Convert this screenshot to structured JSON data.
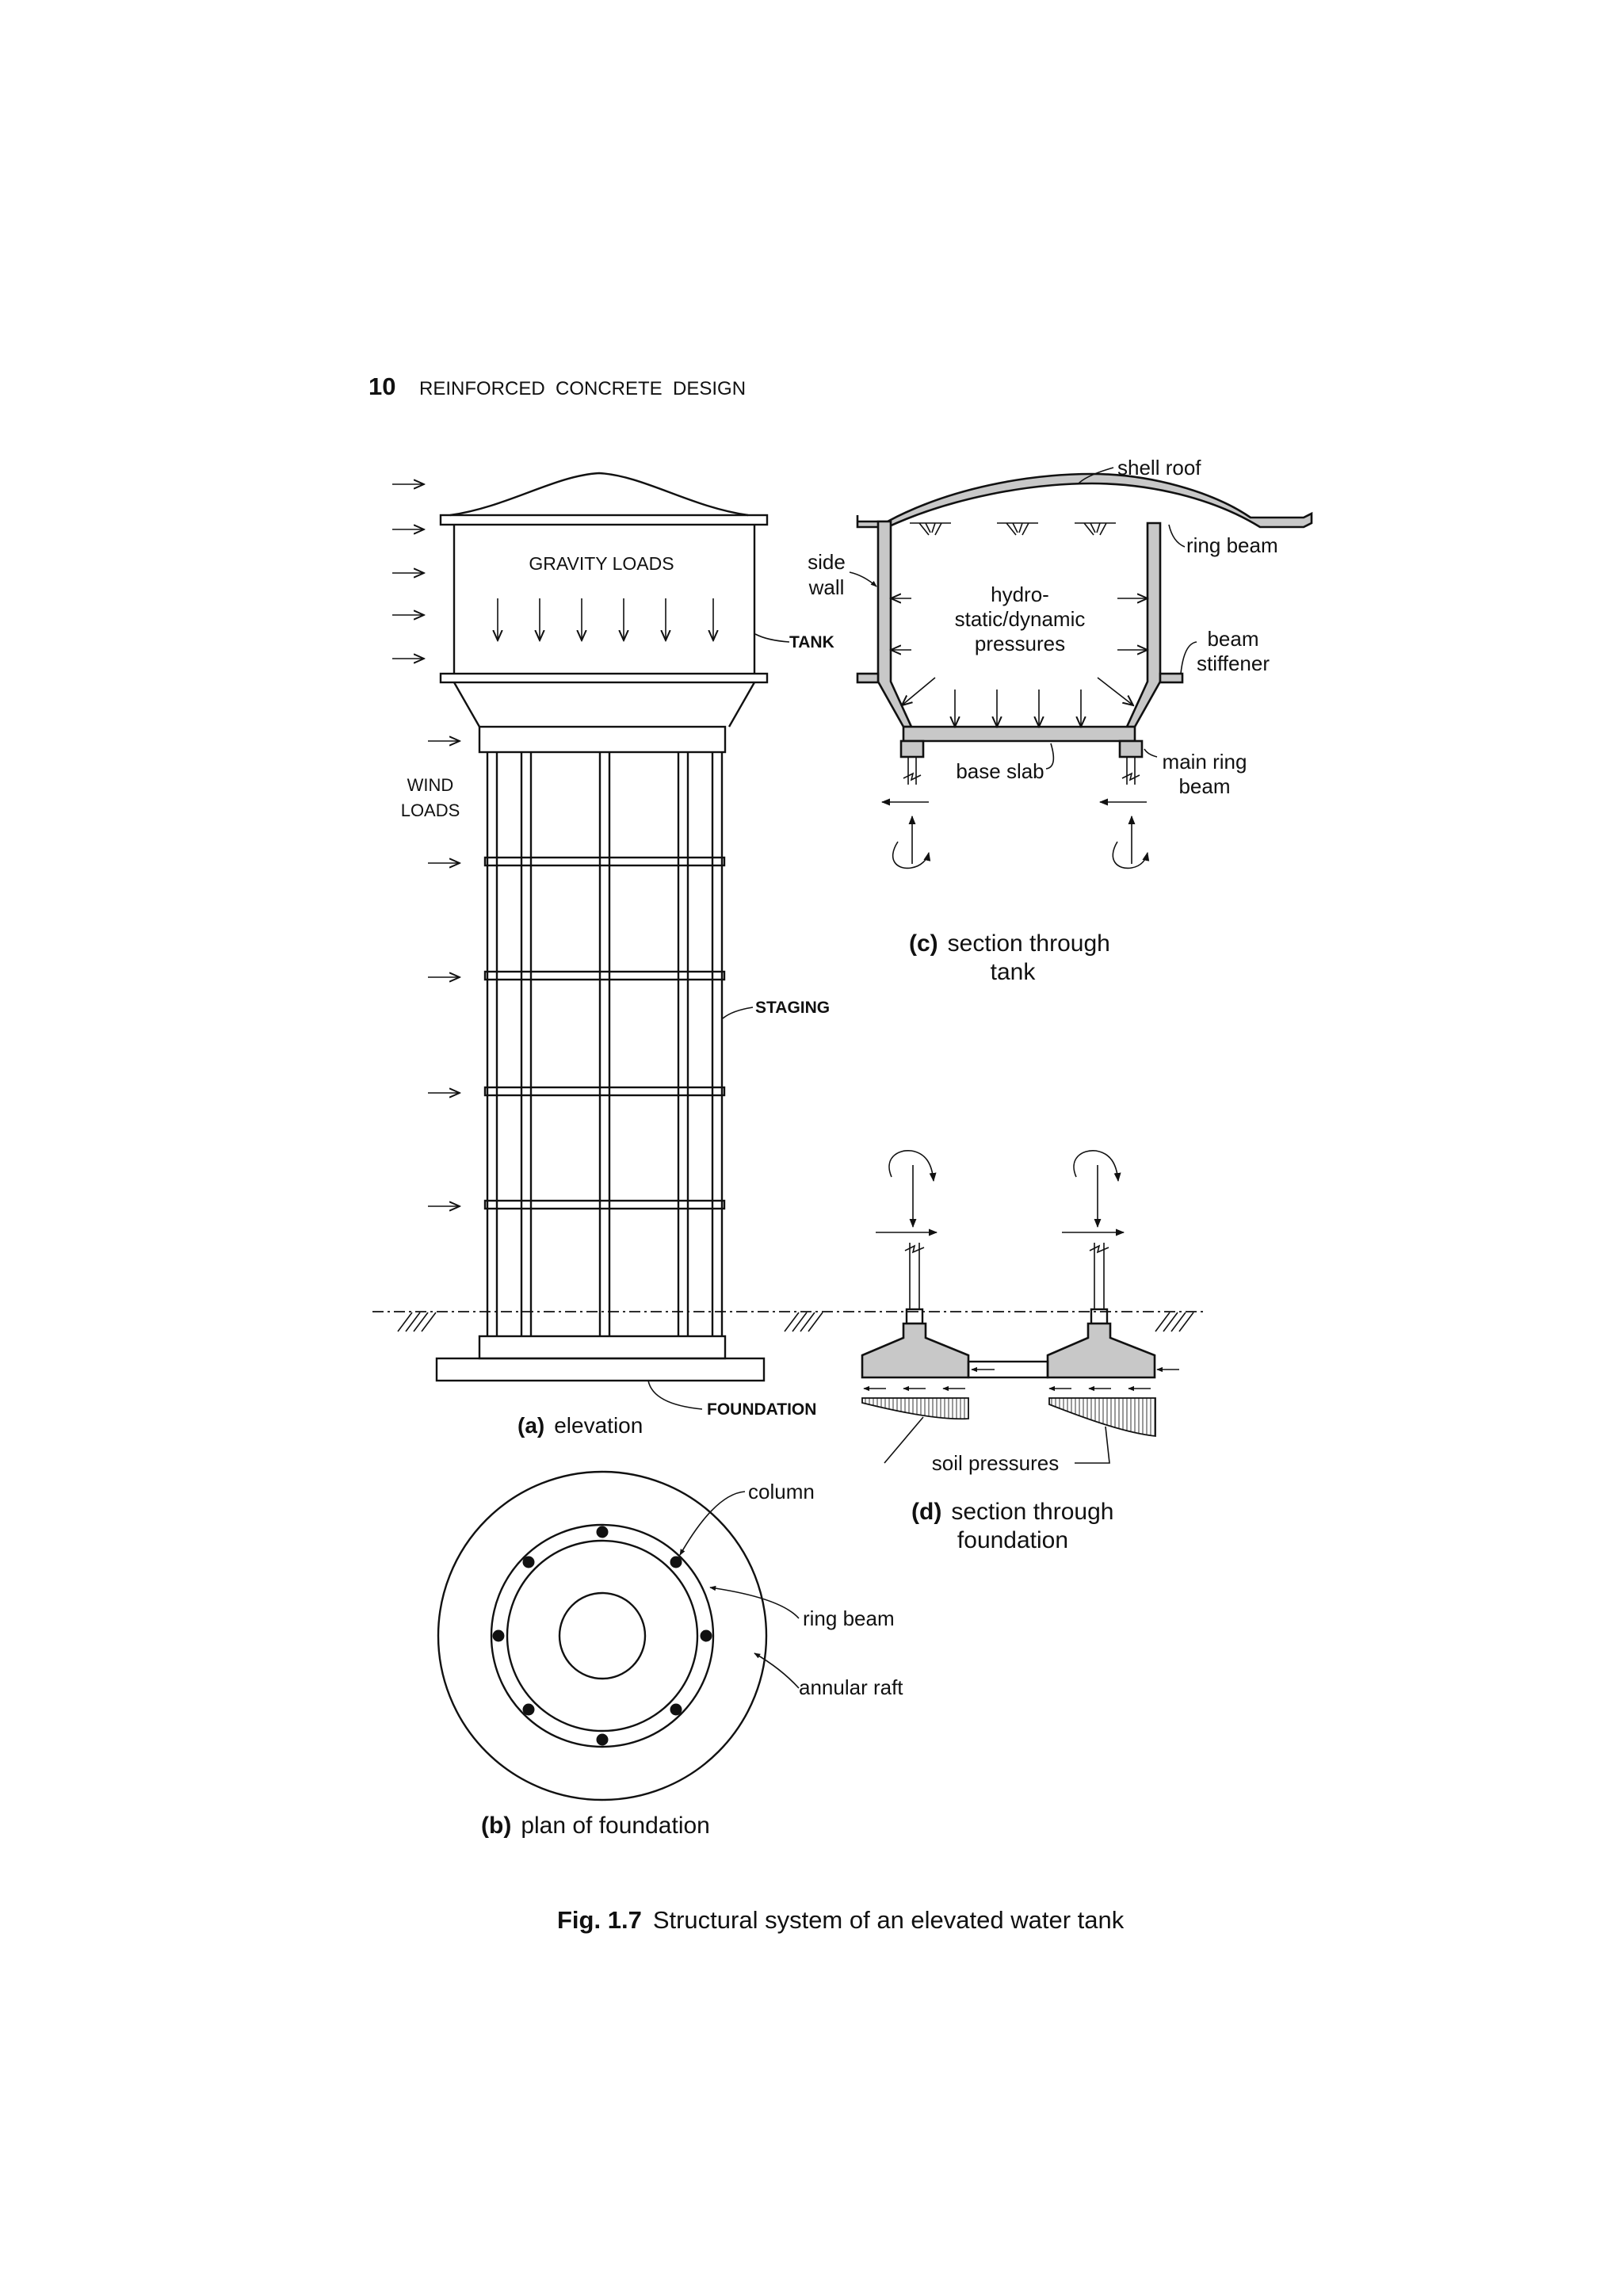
{
  "header": {
    "page_number": "10",
    "running_title": "REINFORCED  CONCRETE  DESIGN"
  },
  "elevation": {
    "gravity_loads": "GRAVITY LOADS",
    "wind_loads_1": "WIND",
    "wind_loads_2": "LOADS",
    "tank": "TANK",
    "staging": "STAGING",
    "foundation": "FOUNDATION",
    "caption_letter": "(a)",
    "caption_text": "elevation"
  },
  "plan": {
    "column": "column",
    "ring_beam": "ring beam",
    "annular_raft": "annular raft",
    "caption_letter": "(b)",
    "caption_text": "plan of foundation"
  },
  "section_tank": {
    "shell_roof": "shell roof",
    "ring_beam": "ring beam",
    "side_1": "side",
    "side_2": "wall",
    "pressures_1": "hydro-",
    "pressures_2": "static/dynamic",
    "pressures_3": "pressures",
    "beam_1": "beam",
    "beam_2": "stiffener",
    "base_slab": "base slab",
    "main_1": "main ring",
    "main_2": "beam",
    "caption_letter": "(c)",
    "caption_text_1": "section through",
    "caption_text_2": "tank"
  },
  "section_foundation": {
    "soil_pressures": "soil pressures",
    "caption_letter": "(d)",
    "caption_text_1": "section through",
    "caption_text_2": "foundation"
  },
  "figure_caption": {
    "number": "Fig. 1.7",
    "text": "Structural system of an elevated water tank"
  }
}
